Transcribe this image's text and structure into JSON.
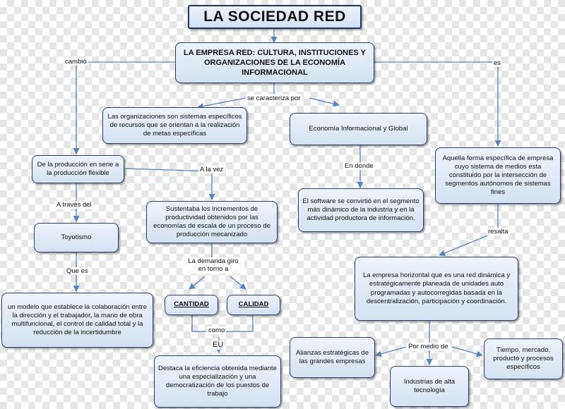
{
  "nodes": {
    "title": "LA SOCIEDAD RED",
    "main": "LA EMPRESA RED: CULTURA, INSTITUCIONES Y ORGANIZACIONES DE LA ECONOMÍA INFORMACIONAL",
    "organizaciones": "Las organizaciones son sistemas específicos de recursos que se orientan a la realización de metas específicas",
    "economia": "Economía Informacional y Global",
    "produccion_flexible": "De la producción en serie  a la producción flexible",
    "sustentaba": "Sustentaba los incrementos de productividad obtenidos por las economías de escala de un proceso de producción mecanizado",
    "software": "El software se convirtió en el segmento más dinámico de la industria y en la actividad productora de información.",
    "forma_especifica": "Aquella forma específica de empresa cuyo sistema de medios esta constituido por la intersección de segmentos autónomos de sistemas fines",
    "toyotismo": "Toyotismo",
    "empresa_horizontal": "La empresa horizontal que es una red dinámica y estratégicamente planeada de unidades auto programadas y autocorregidas basada en la descentralización, participación y coordinación.",
    "modelo": "un modelo que establece la colaboración entre la dirección y el trabajador, la mano de obra multifuncional, el control de calidad total y la reducción de la incertidumbre",
    "cantidad": "CANTIDAD",
    "calidad": "CALIDAD",
    "alianzas": "Alianzas estratégicas de las grandes empresas",
    "tiempo": "Tiempo, mercado, producto y procesos específicos",
    "industrias": "Industrias de alta tecnología",
    "destaca": "Destaca la eficiencia obtenida mediante una especialización y una democratización de los puestos de trabajo"
  },
  "labels": {
    "cambio": "cambió",
    "es": "es",
    "se_caracteriza": "se caracteriza por",
    "a_la_vez": "A la vez",
    "en_donde": "En donde",
    "a_traves": "A través del",
    "resalta": "resalta",
    "que_es": "Que es",
    "la_demanda": "La demanda giro en torno a",
    "como": "como",
    "por_medio": "Por medio de",
    "eu": "EU"
  },
  "colors": {
    "arrow": "#5b83b8",
    "border": "#2a3f68"
  }
}
